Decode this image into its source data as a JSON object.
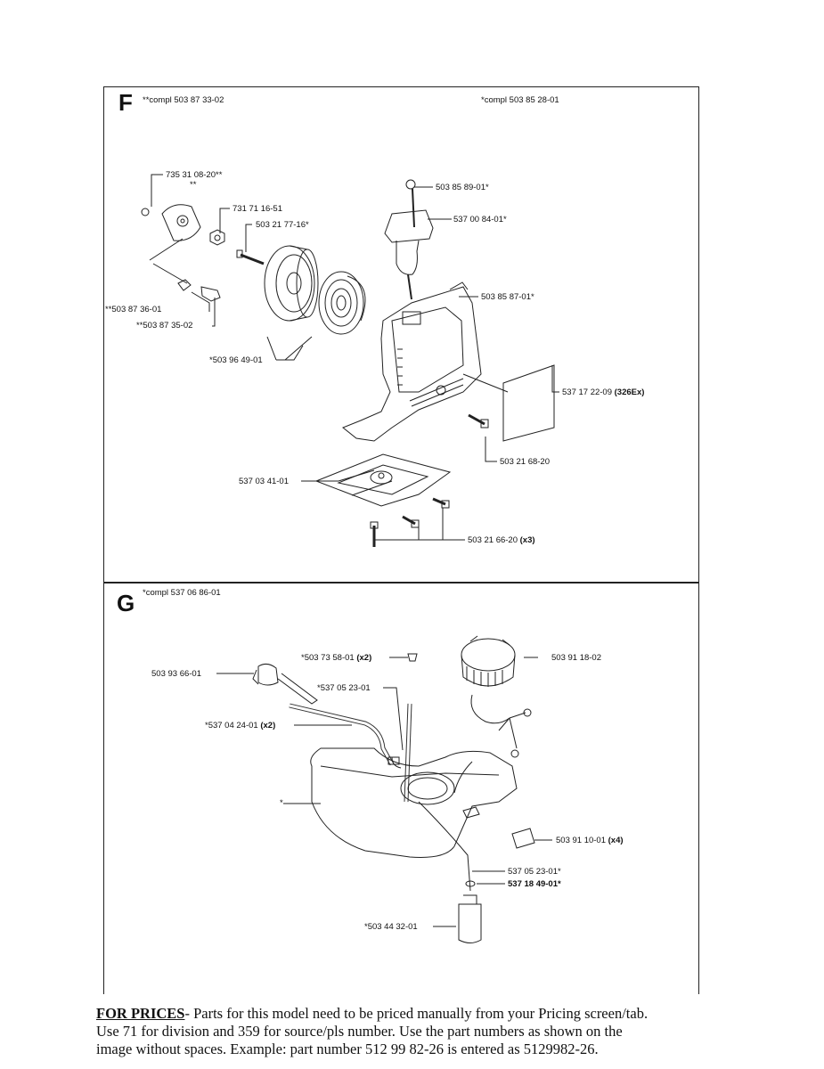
{
  "section_f": {
    "letter": "F",
    "compl_left": "**compl 503 87 33-02",
    "compl_right": "*compl 503 85 28-01",
    "parts": {
      "p1": "735 31 08-20**",
      "p1b": "**",
      "p2": "731 71 16-51",
      "p3": "503 21 77-16*",
      "p4": "503 85 89-01*",
      "p5": "537 00 84-01*",
      "p6": "503 85 87-01*",
      "p7": "**503 87 36-01",
      "p8": "**503 87 35-02",
      "p9": "*503 96 49-01",
      "p10_num": "537 17 22-09",
      "p10_note": "(326Ex)",
      "p11": "503 21 68-20",
      "p12": "537 03 41-01",
      "p13_num": "503 21 66-20",
      "p13_note": "(x3)"
    }
  },
  "section_g": {
    "letter": "G",
    "compl": "*compl 537 06 86-01",
    "parts": {
      "g1_num": "*503 73 58-01",
      "g1_note": "(x2)",
      "g2": "503 91 18-02",
      "g3": "503 93 66-01",
      "g4": "*537 05 23-01",
      "g5_num": "*537 04 24-01",
      "g5_note": "(x2)",
      "g6": "*",
      "g7_num": "503 91 10-01",
      "g7_note": "(x4)",
      "g8": "537 05 23-01*",
      "g9": "537 18 49-01*",
      "g10": "*503 44 32-01"
    }
  },
  "footer": {
    "heading": "FOR PRICES",
    "line1": "- Parts for this model need to be priced manually from your Pricing screen/tab.",
    "line2": "Use 71 for division and 359 for source/pls number.  Use the part numbers as shown on the",
    "line3": "image without spaces.  Example: part number 512 99 82-26 is entered as 5129982-26."
  }
}
